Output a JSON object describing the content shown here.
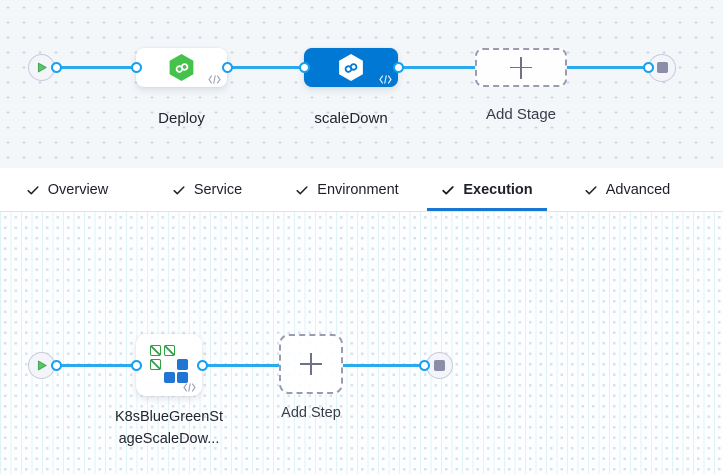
{
  "stage_flow": {
    "stages": [
      {
        "label": "Deploy",
        "selected": false
      },
      {
        "label": "scaleDown",
        "selected": true
      }
    ],
    "add_stage_label": "Add Stage"
  },
  "tabs": [
    {
      "label": "Overview",
      "checked": true,
      "active": false
    },
    {
      "label": "Service",
      "checked": true,
      "active": false
    },
    {
      "label": "Environment",
      "checked": true,
      "active": false
    },
    {
      "label": "Execution",
      "checked": true,
      "active": true
    },
    {
      "label": "Advanced",
      "checked": true,
      "active": false
    }
  ],
  "step_flow": {
    "steps": [
      {
        "label_line1": "K8sBlueGreenSt",
        "label_line2": "ageScaleDow..."
      }
    ],
    "add_step_label": "Add Step"
  },
  "colors": {
    "connector_blue": "#2aa9ef",
    "selected_stage_blue": "#0278d5",
    "cd_module_green": "#45c24b",
    "tab_underline_blue": "#1976d2",
    "k8s_icon_green": "#2f9e44",
    "k8s_icon_blue": "#2276d3"
  }
}
